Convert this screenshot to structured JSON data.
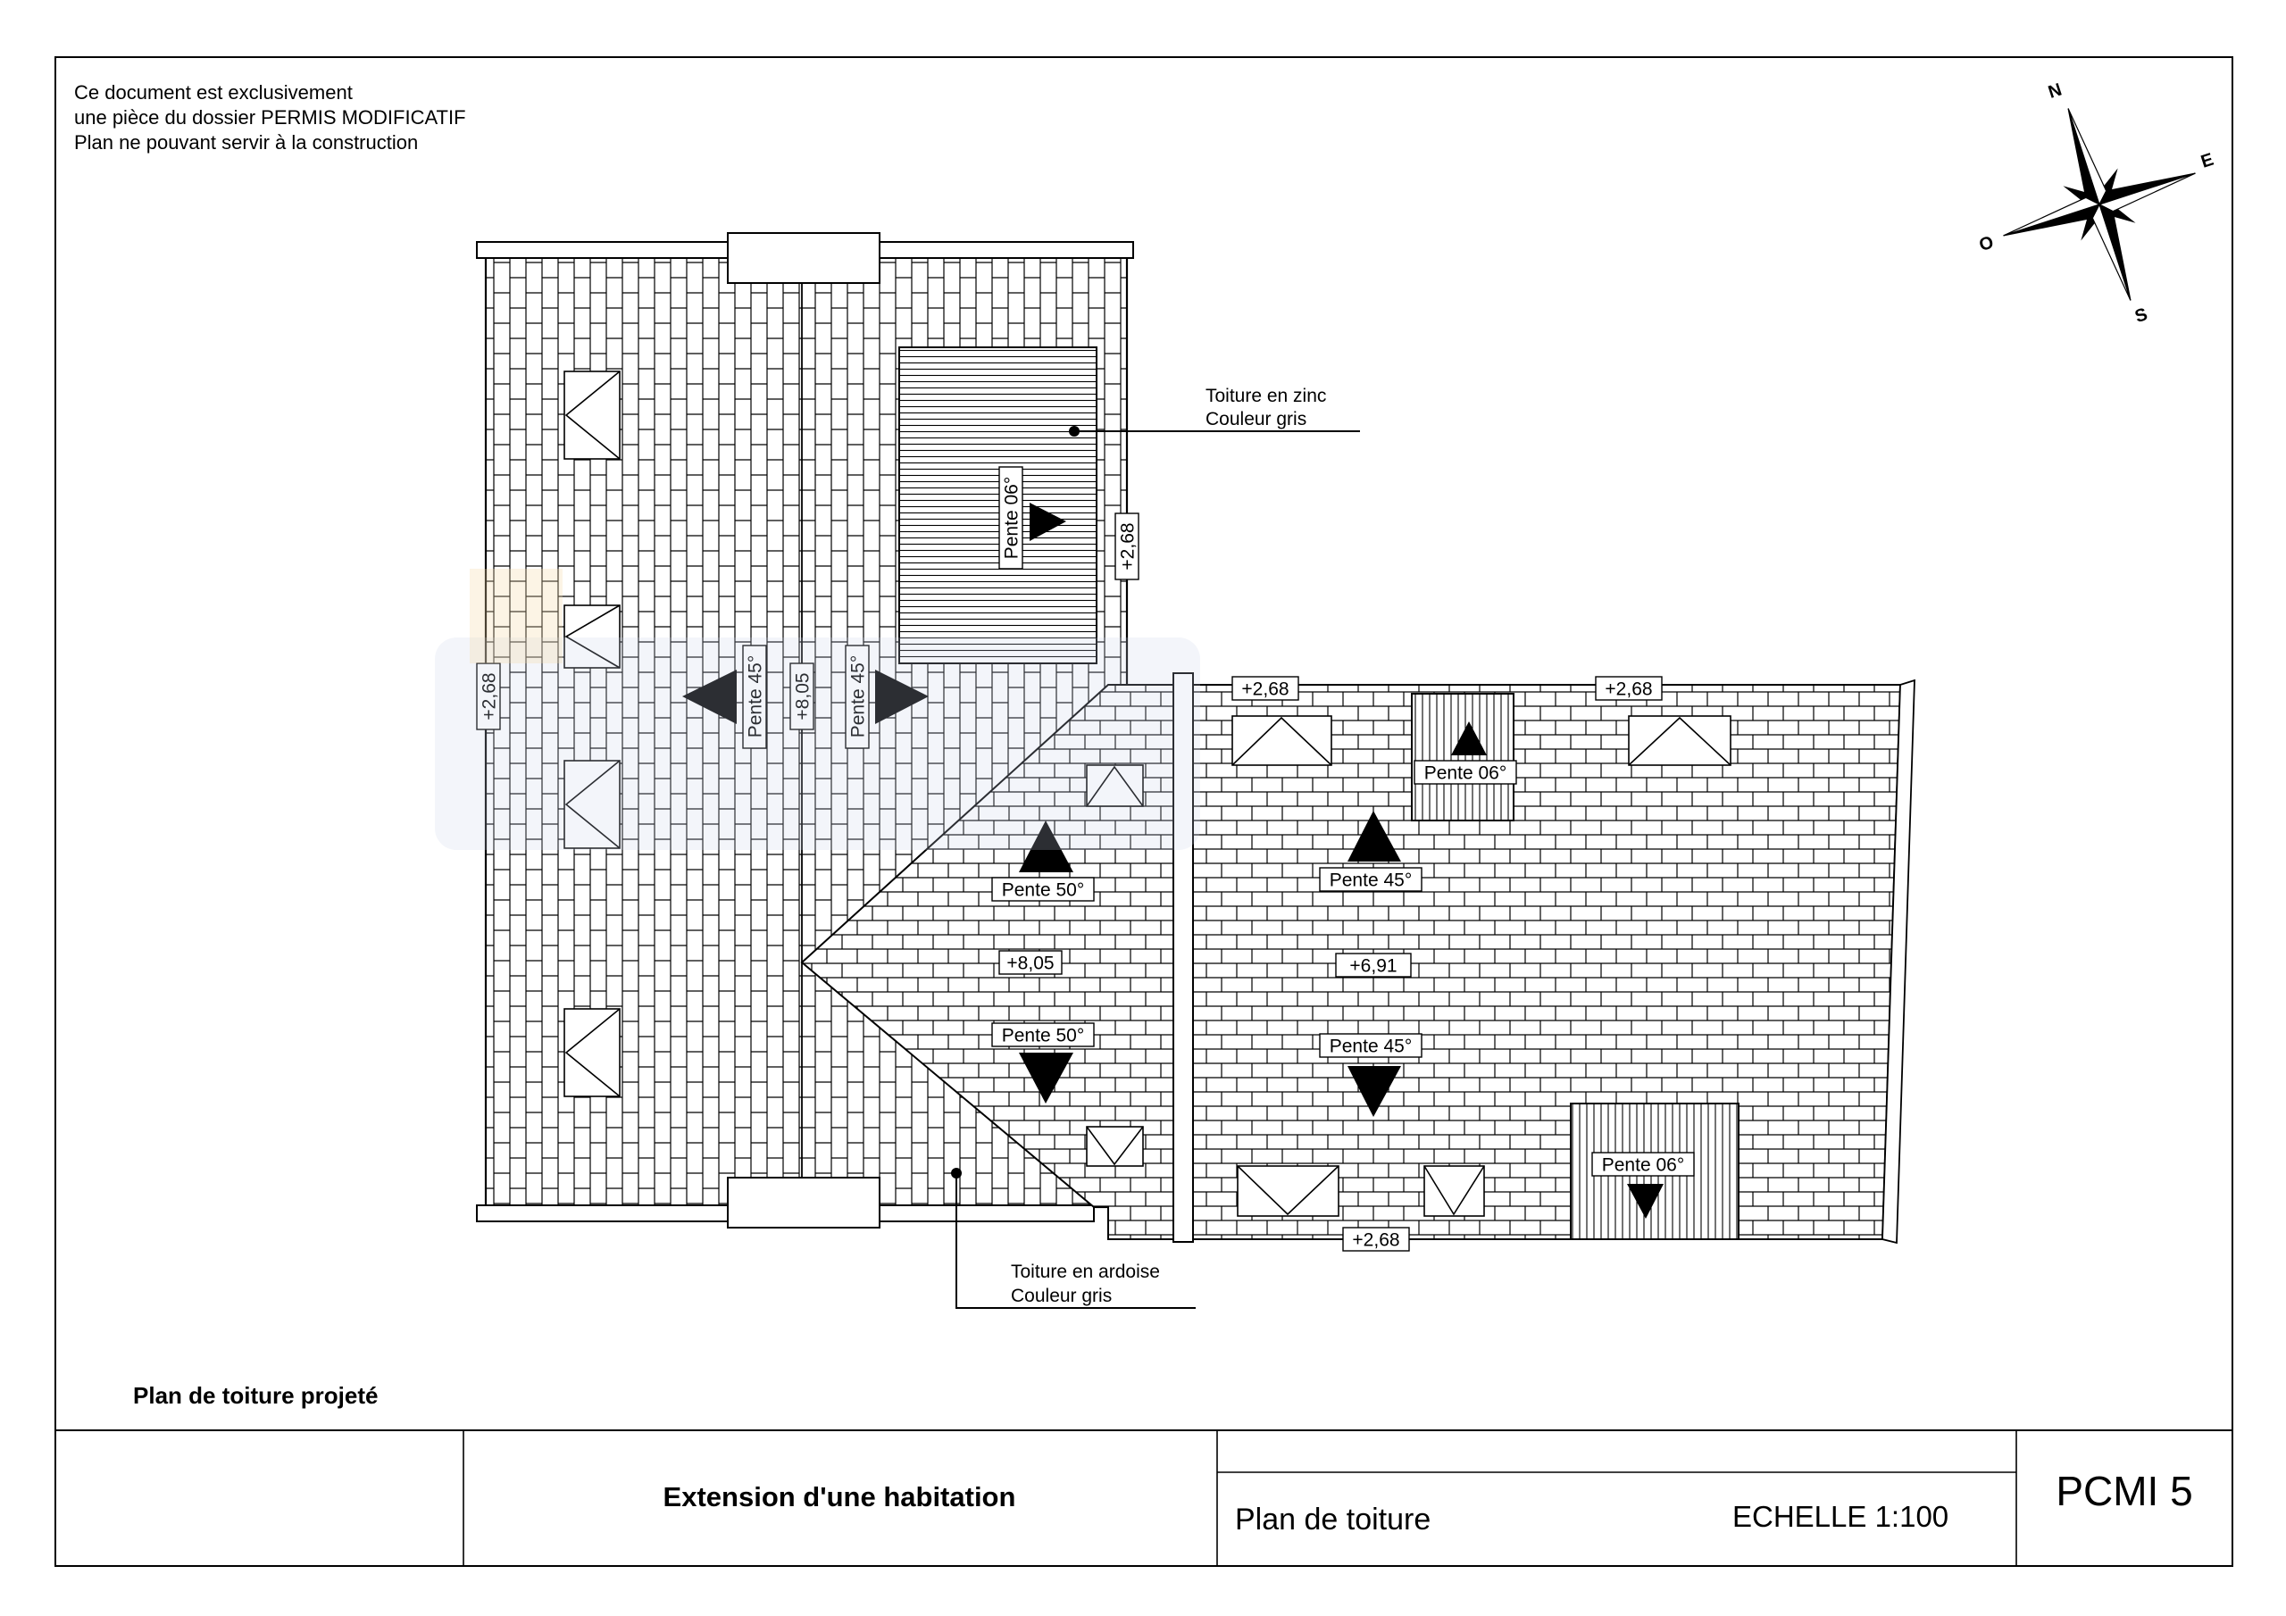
{
  "notice": {
    "line_1": "Ce document est exclusivement",
    "line_2": "une pièce du dossier PERMIS MODIFICATIF",
    "line_3": "Plan ne pouvant servir à la construction"
  },
  "compass": {
    "north": "N",
    "east": "E",
    "south": "S",
    "west": "O"
  },
  "plan": {
    "caption": "Plan de toiture projeté",
    "zinc_note": {
      "line_1": "Toiture en zinc",
      "line_2": "Couleur gris"
    },
    "slate_note": {
      "line_1": "Toiture en ardoise",
      "line_2": "Couleur gris"
    },
    "main_house": {
      "left_eave_level": "+2,68",
      "left_slope": "Pente 45°",
      "ridge_level": "+8,05",
      "right_slope": "Pente 45°",
      "zinc_slope": "Pente 06°",
      "zinc_eave_level": "+2,68"
    },
    "extension": {
      "top_eave_level_left": "+2,68",
      "top_eave_level_right": "+2,68",
      "top_flat_slope": "Pente 06°",
      "hip_top_slope": "Pente 50°",
      "hip_ridge_level": "+8,05",
      "hip_bottom_slope": "Pente 50°",
      "top_slope": "Pente 45°",
      "ridge_level": "+6,91",
      "bottom_slope": "Pente 45°",
      "bottom_flat_slope": "Pente 06°",
      "bottom_eave_level": "+2,68"
    }
  },
  "title_block": {
    "project": "Extension d'une habitation",
    "sheet_title": "Plan de toiture",
    "scale": "ECHELLE 1:100",
    "sheet_number": "PCMI 5"
  },
  "colors": {
    "ink": "#000000",
    "paper": "#ffffff",
    "watermark_badge": "#c9d3e6",
    "watermark_square": "#f6d9a8"
  }
}
